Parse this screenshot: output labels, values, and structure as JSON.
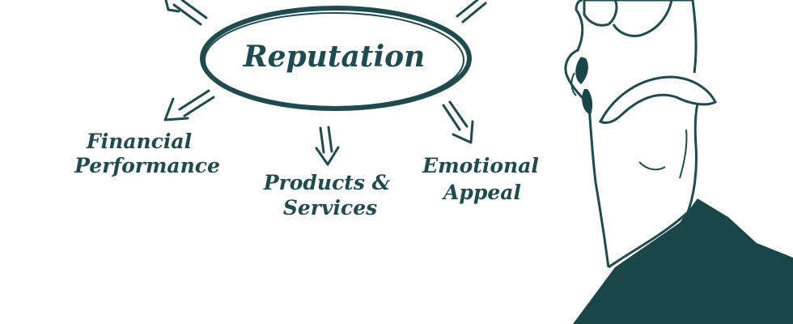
{
  "center": {
    "label": "Reputation"
  },
  "branches": [
    {
      "lines": [
        "Financial",
        "Performance"
      ]
    },
    {
      "lines": [
        "Products &",
        "Services"
      ]
    },
    {
      "lines": [
        "Emotional",
        "Appeal"
      ]
    }
  ],
  "colors": {
    "ink": "#1f4a4f",
    "sleeve": "#1a4549",
    "background": "#ffffff"
  }
}
